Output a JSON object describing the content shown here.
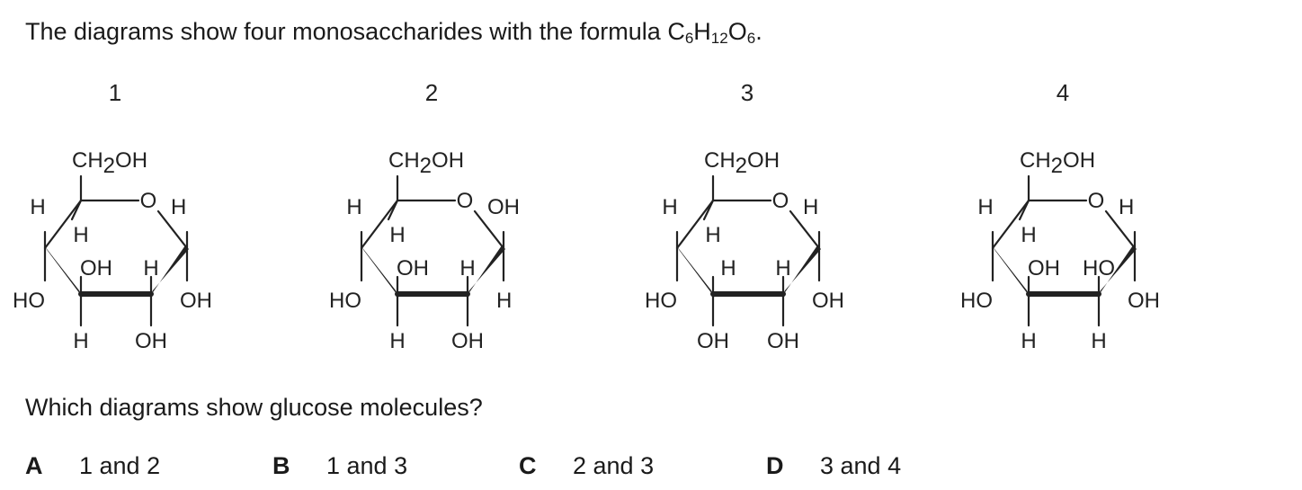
{
  "intro": {
    "text": "The diagrams show four monosaccharides with the formula C",
    "c_sub": "6",
    "h": "H",
    "h_sub": "12",
    "o": "O",
    "o_sub": "6",
    "end": "."
  },
  "molecules": [
    {
      "number": "1",
      "ch2oh_a": "CH",
      "ch2oh_sub": "2",
      "ch2oh_b": "OH",
      "c5_h": "H",
      "ring_o": "O",
      "c1_top": "H",
      "c4_down": "H",
      "c4_left": "HO",
      "c3_up": "OH",
      "c3_down": "H",
      "c2_up": "H",
      "c2_down": "OH",
      "c1_down": "OH"
    },
    {
      "number": "2",
      "ch2oh_a": "CH",
      "ch2oh_sub": "2",
      "ch2oh_b": "OH",
      "c5_h": "H",
      "ring_o": "O",
      "c1_top": "OH",
      "c4_down": "H",
      "c4_left": "HO",
      "c3_up": "OH",
      "c3_down": "H",
      "c2_up": "H",
      "c2_down": "OH",
      "c1_down": "H"
    },
    {
      "number": "3",
      "ch2oh_a": "CH",
      "ch2oh_sub": "2",
      "ch2oh_b": "OH",
      "c5_h": "H",
      "ring_o": "O",
      "c1_top": "H",
      "c4_down": "H",
      "c4_left": "HO",
      "c3_up": "H",
      "c3_down": "OH",
      "c2_up": "H",
      "c2_down": "OH",
      "c1_down": "OH"
    },
    {
      "number": "4",
      "ch2oh_a": "CH",
      "ch2oh_sub": "2",
      "ch2oh_b": "OH",
      "c5_h": "H",
      "ring_o": "O",
      "c1_top": "H",
      "c4_down": "H",
      "c4_left": "HO",
      "c3_up": "OH",
      "c3_down": "H",
      "c2_up": "HO",
      "c2_down": "H",
      "c1_down": "OH"
    }
  ],
  "question": "Which diagrams show glucose molecules?",
  "options": [
    {
      "letter": "A",
      "text": "1 and 2"
    },
    {
      "letter": "B",
      "text": "1 and 3"
    },
    {
      "letter": "C",
      "text": "2 and 3"
    },
    {
      "letter": "D",
      "text": "3 and 4"
    }
  ]
}
